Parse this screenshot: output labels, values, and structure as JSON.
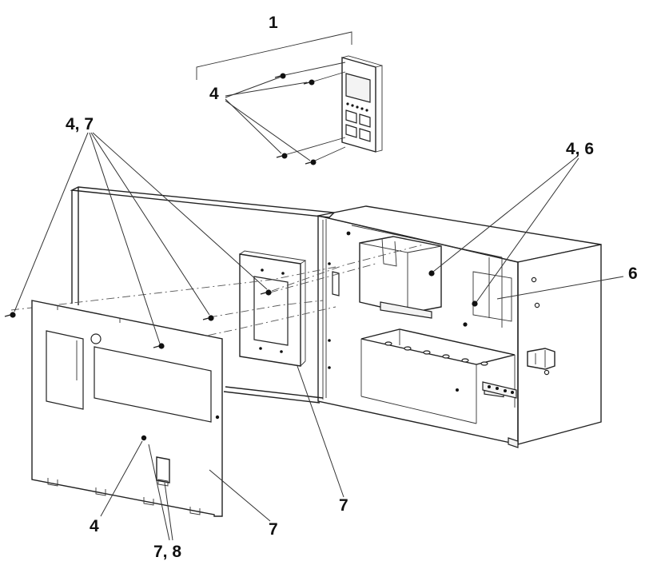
{
  "callouts": {
    "c1": "1",
    "c4_top": "4",
    "c47": "4, 7",
    "c46": "4, 6",
    "c6": "6",
    "c7_mid": "7",
    "c4_bottom": "4",
    "c7_bottom": "7",
    "c78": "7, 8"
  },
  "colors": {
    "line": "#222222",
    "background": "#ffffff"
  }
}
